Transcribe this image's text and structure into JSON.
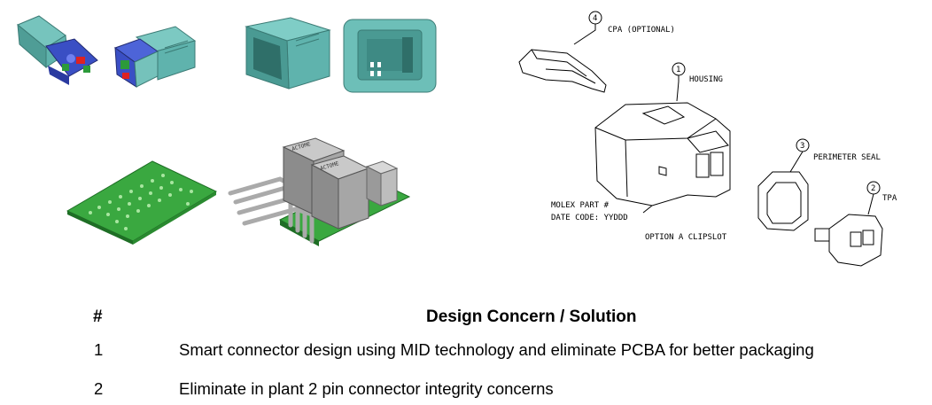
{
  "diagram": {
    "callouts": [
      {
        "num": "4",
        "label": "CPA (OPTIONAL)"
      },
      {
        "num": "1",
        "label": "HOUSING"
      },
      {
        "num": "3",
        "label": "PERIMETER SEAL"
      },
      {
        "num": "2",
        "label": "TPA"
      }
    ],
    "part_note_line1": "MOLEX PART #",
    "part_note_line2": "DATE CODE: YYDDD",
    "option_label": "OPTION A CLIPSLOT"
  },
  "pcb_labels": [
    "ACTOME",
    "ACTOME"
  ],
  "table": {
    "col_num": "#",
    "col_concern": "Design Concern / Solution",
    "rows": [
      {
        "num": "1",
        "text": "Smart connector design using MID technology and eliminate PCBA for better packaging"
      },
      {
        "num": "2",
        "text": "Eliminate in plant 2 pin connector integrity concerns"
      }
    ]
  },
  "colors": {
    "teal": "#5fb3ad",
    "blue": "#3a4fc4",
    "pcb_green": "#3aa840"
  }
}
